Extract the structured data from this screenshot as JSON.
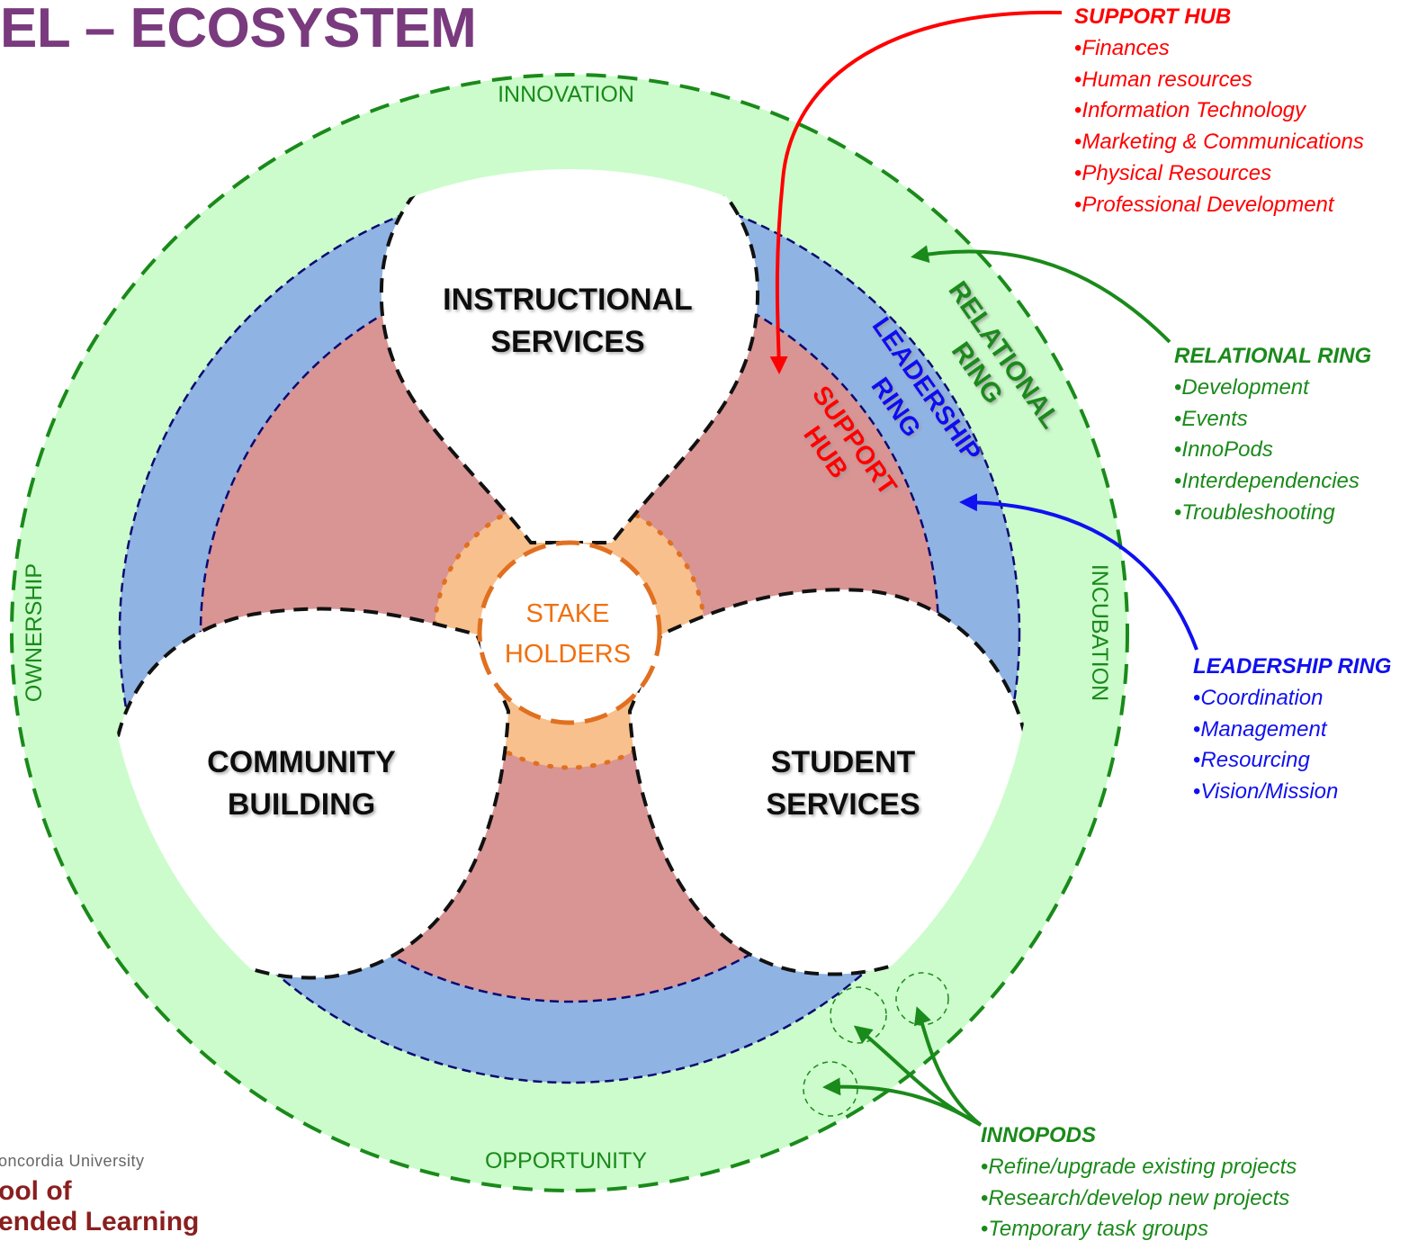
{
  "title": "EL – ECOSYSTEM",
  "colors": {
    "outer_ring": "#ccfccc",
    "outer_dash": "#1a8a1a",
    "leadership_ring": "#8fb3e3",
    "leadership_dash": "#0a0a70",
    "support_hub": "#d99494",
    "stakeholder_ring": "#f8c08c",
    "stakeholder_text": "#f07010",
    "support_color": "#ff0000",
    "relational_color": "#1a8a1a",
    "leadership_color": "#1010f0",
    "title_color": "#7a3a7e"
  },
  "ring_labels": {
    "top": "INNOVATION",
    "left": "OWNERSHIP",
    "right": "INCUBATION",
    "bottom": "OPPORTUNITY"
  },
  "circles": {
    "instructional": [
      "INSTRUCTIONAL",
      "SERVICES"
    ],
    "community": [
      "COMMUNITY",
      "BUILDING"
    ],
    "student": [
      "STUDENT",
      "SERVICES"
    ]
  },
  "center": [
    "STAKE",
    "HOLDERS"
  ],
  "curved_labels": {
    "relational": [
      "RELATIONAL",
      "RING"
    ],
    "leadership": [
      "LEADERSHIP",
      "RING"
    ],
    "support": [
      "SUPPORT",
      "HUB"
    ]
  },
  "lists": {
    "support_hub": {
      "heading": "SUPPORT HUB",
      "items": [
        "Finances",
        "Human resources",
        "Information Technology",
        "Marketing & Communications",
        "Physical Resources",
        "Professional Development"
      ]
    },
    "relational_ring": {
      "heading": "RELATIONAL RING",
      "items": [
        "Development",
        "Events",
        "InnoPods",
        "Interdependencies",
        "Troubleshooting"
      ]
    },
    "leadership_ring": {
      "heading": "LEADERSHIP RING",
      "items": [
        "Coordination",
        "Management",
        "Resourcing",
        "Vision/Mission"
      ]
    },
    "innopods": {
      "heading": "INNOPODS",
      "items": [
        "Refine/upgrade existing projects",
        "Research/develop new projects",
        "Temporary task groups"
      ]
    }
  },
  "logo": {
    "university": "oncordia University",
    "school_line1": "ool of",
    "school_line2": "ended Learning"
  }
}
